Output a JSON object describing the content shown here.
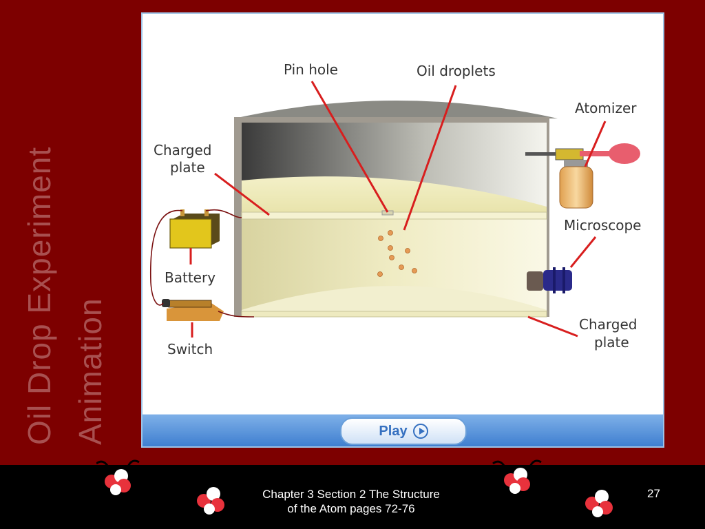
{
  "slide": {
    "title_line1": "Oil Drop Experiment",
    "title_line2": "Animation"
  },
  "diagram": {
    "labels": {
      "pin_hole": "Pin hole",
      "oil_droplets": "Oil droplets",
      "atomizer": "Atomizer",
      "charged_plate_top_1": "Charged",
      "charged_plate_top_2": "plate",
      "microscope": "Microscope",
      "battery": "Battery",
      "switch": "Switch",
      "charged_plate_bottom_1": "Charged",
      "charged_plate_bottom_2": "plate"
    },
    "play_button": {
      "label": "Play",
      "icon": "play-circle-icon"
    }
  },
  "footer": {
    "text_line1": "Chapter 3 Section 2 The Structure",
    "text_line2": "of the Atom pages 72-76",
    "page_number": "27",
    "decoration_icon": "molecule-icon"
  },
  "colors": {
    "background": "#7d0000",
    "footer": "#000000",
    "pointer_lines": "#d81e1e",
    "play_bar": "#3f7fd0"
  }
}
